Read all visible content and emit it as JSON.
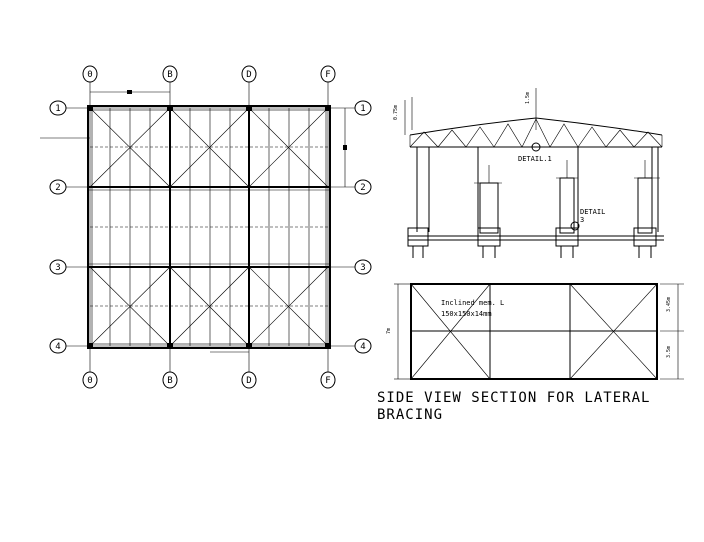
{
  "plan": {
    "columns": [
      "0",
      "B",
      "D",
      "F"
    ],
    "rows": [
      "1",
      "2",
      "3",
      "4"
    ]
  },
  "elevation": {
    "dim_top": "1.5m",
    "dim_left": "0.75m",
    "detail1": "DETAIL.1",
    "detail3_a": "DETAIL",
    "detail3_b": "3"
  },
  "section": {
    "member_line1": "Inclined mem. L",
    "member_line2": "150x150x14mm",
    "height_dim": "7m",
    "dim_upper": "3.45m",
    "dim_lower": "3.5m",
    "title_line1": "SIDE VIEW SECTION FOR LATERAL",
    "title_line2": "BRACING"
  }
}
